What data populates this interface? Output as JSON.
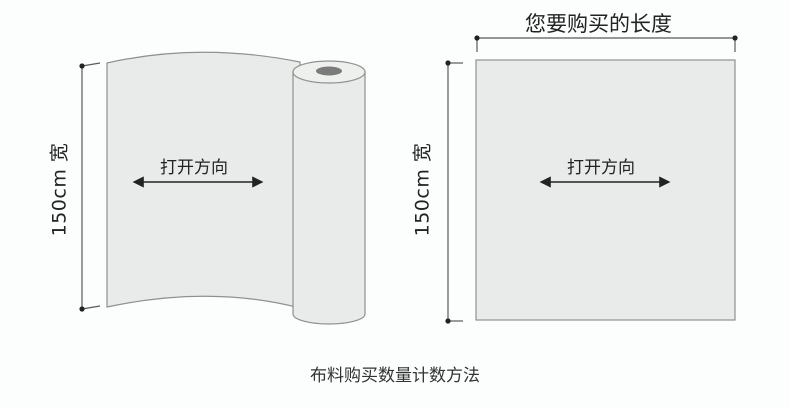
{
  "roll": {
    "width_label": "150cm 宽",
    "direction_label": "打开方向"
  },
  "sheet": {
    "length_label": "您要购买的长度",
    "width_label": "150cm 宽",
    "direction_label": "打开方向"
  },
  "caption": "布料购买数量计数方法",
  "colors": {
    "fabric_fill": "#e8ebe9",
    "outline": "#8f918f",
    "dim_line": "#5a5a5a",
    "core": "#7a7b7a"
  }
}
